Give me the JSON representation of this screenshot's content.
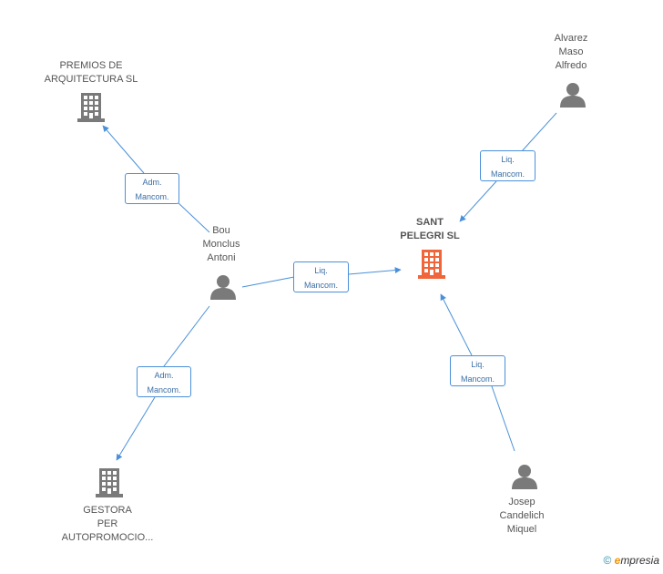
{
  "nodes": {
    "premios": {
      "lines": [
        "PREMIOS DE",
        "ARQUITECTURA SL"
      ],
      "kind": "company"
    },
    "alvarez": {
      "lines": [
        "Alvarez",
        "Maso",
        "Alfredo"
      ],
      "kind": "person"
    },
    "bou": {
      "lines": [
        "Bou",
        "Monclus",
        "Antoni"
      ],
      "kind": "person"
    },
    "sant_pelegri": {
      "lines": [
        "SANT",
        "PELEGRI SL"
      ],
      "kind": "company-main"
    },
    "gestora": {
      "lines": [
        "GESTORA",
        "PER",
        "AUTOPROMOCIO..."
      ],
      "kind": "company"
    },
    "josep": {
      "lines": [
        "Josep",
        "Candelich",
        "Miquel"
      ],
      "kind": "person"
    }
  },
  "relations": [
    {
      "id": "bou-premios",
      "lines": [
        "Adm.",
        "Mancom."
      ]
    },
    {
      "id": "bou-gestora",
      "lines": [
        "Adm.",
        "Mancom."
      ]
    },
    {
      "id": "bou-sant",
      "lines": [
        "Liq.",
        "Mancom."
      ]
    },
    {
      "id": "alvarez-sant",
      "lines": [
        "Liq.",
        "Mancom."
      ]
    },
    {
      "id": "josep-sant",
      "lines": [
        "Liq.",
        "Mancom."
      ]
    }
  ],
  "footer": {
    "copyright": "©",
    "brand_initial": "e",
    "brand_rest": "mpresia"
  },
  "colors": {
    "edge": "#4a90d9",
    "node": "#7a7a7a",
    "main_node": "#f0653a",
    "label": "#555555"
  },
  "icons": {
    "company": "building-icon",
    "person": "person-icon"
  }
}
